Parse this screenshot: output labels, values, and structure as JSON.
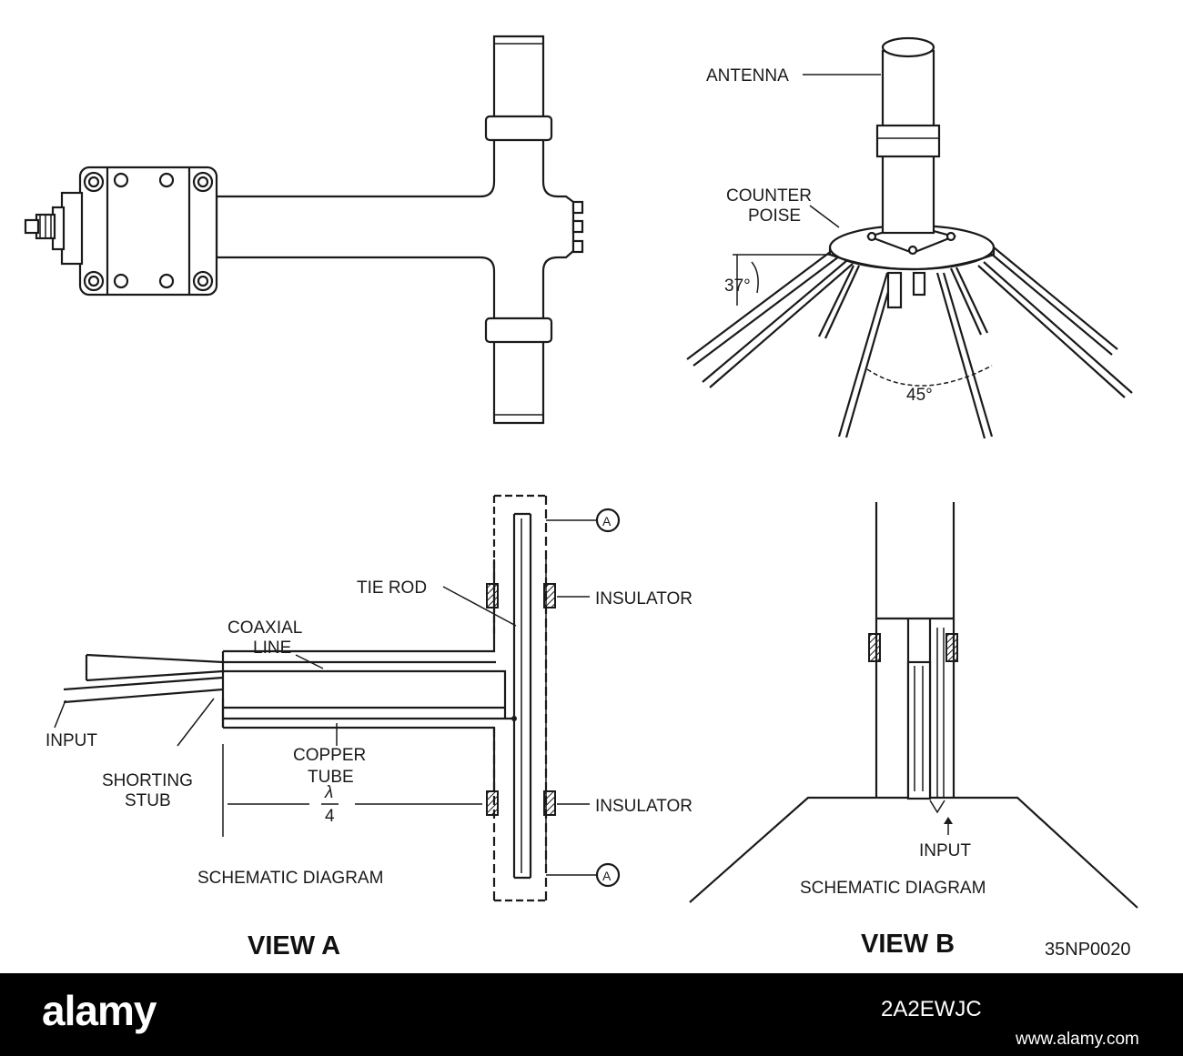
{
  "view_a": {
    "title": "VIEW  A",
    "schematic_caption": "SCHEMATIC DIAGRAM",
    "labels": {
      "tie_rod": "TIE ROD",
      "insulator_top": "INSULATOR",
      "insulator_bottom": "INSULATOR",
      "coaxial_line_1": "COAXIAL",
      "coaxial_line_2": "LINE",
      "input": "INPUT",
      "copper_tube_1": "COPPER",
      "copper_tube_2": "TUBE",
      "shorting_stub_1": "SHORTING",
      "shorting_stub_2": "STUB",
      "lambda_num": "λ",
      "lambda_den": "4",
      "marker_top": "A",
      "marker_bottom": "A"
    }
  },
  "view_b": {
    "title": "VIEW  B",
    "schematic_caption": "SCHEMATIC DIAGRAM",
    "labels": {
      "antenna": "ANTENNA",
      "counterpoise_1": "COUNTER",
      "counterpoise_2": "POISE",
      "angle_37": "37°",
      "angle_45": "45°",
      "input": "INPUT"
    }
  },
  "figure_code": "35NP0020",
  "watermark": {
    "brand": "alamy",
    "image_code": "2A2EWJC",
    "site": "www.alamy.com"
  }
}
